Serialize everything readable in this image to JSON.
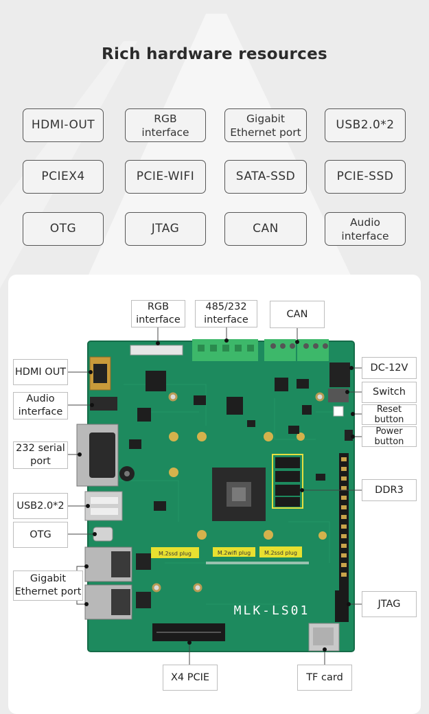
{
  "page": {
    "title": "Rich hardware resources"
  },
  "features": [
    "HDMI-OUT",
    "RGB\ninterface",
    "Gigabit\nEthernet port",
    "USB2.0*2",
    "PCIEX4",
    "PCIE-WIFI",
    "SATA-SSD",
    "PCIE-SSD",
    "OTG",
    "JTAG",
    "CAN",
    "Audio\ninterface"
  ],
  "callouts": {
    "rgb": "RGB\ninterface",
    "rs485": "485/232\ninterface",
    "can": "CAN",
    "hdmi": "HDMI OUT",
    "audio": "Audio\ninterface",
    "serial": "232 serial\nport",
    "usb": "USB2.0*2",
    "otg": "OTG",
    "ethernet": "Gigabit\nEthernet port",
    "dc": "DC-12V",
    "switch": "Switch",
    "reset": "Reset\nbutton",
    "power": "Power button",
    "ddr3": "DDR3",
    "jtag": "JTAG",
    "pcie": "X4 PCIE",
    "tf": "TF card"
  },
  "board": {
    "model": "MLK-LS01",
    "m2_slots": [
      "M.2ssd plug",
      "M.2wifi plug",
      "M.2ssd plug"
    ],
    "board_color": "#1d8a5e",
    "connector_green": "#3db86a"
  }
}
